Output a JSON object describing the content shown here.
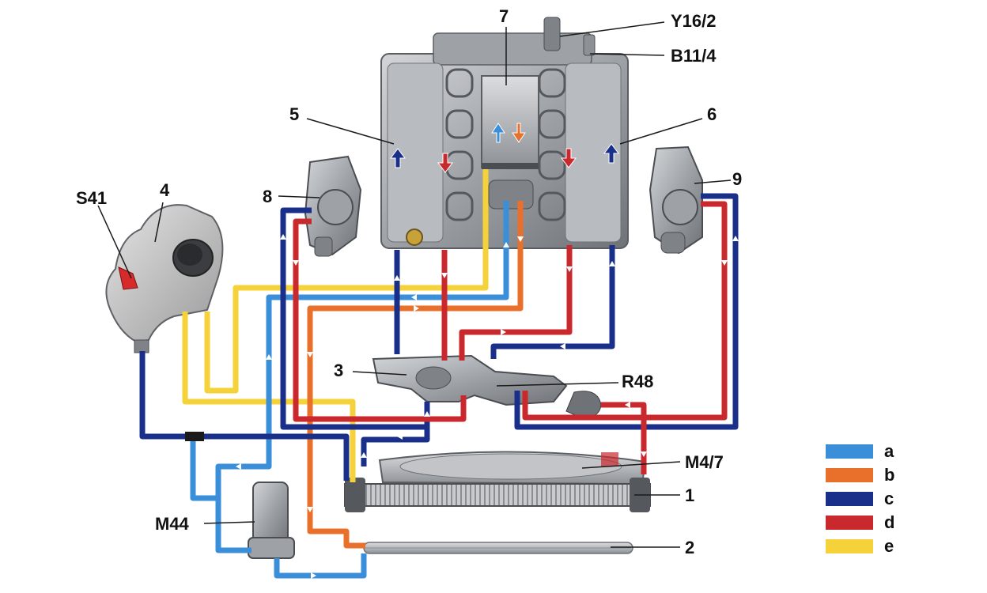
{
  "callouts": {
    "y16_2": "Y16/2",
    "b11_4": "B11/4",
    "n7": "7",
    "n5": "5",
    "n6": "6",
    "n4": "4",
    "s41": "S41",
    "n8": "8",
    "n9": "9",
    "n3": "3",
    "r48": "R48",
    "m4_7": "M4/7",
    "n1": "1",
    "m44": "M44",
    "n2": "2"
  },
  "legend": [
    {
      "label": "a",
      "color": "#3a8fd8"
    },
    {
      "label": "b",
      "color": "#e8702a"
    },
    {
      "label": "c",
      "color": "#1a2f8a"
    },
    {
      "label": "d",
      "color": "#c9282d"
    },
    {
      "label": "e",
      "color": "#f5d23a"
    }
  ],
  "colors": {
    "a": "#3a8fd8",
    "b": "#e8702a",
    "c": "#1a2f8a",
    "d": "#c9282d",
    "e": "#f5d23a",
    "metal": "#a9acb0",
    "metal_dark": "#6f7378"
  }
}
